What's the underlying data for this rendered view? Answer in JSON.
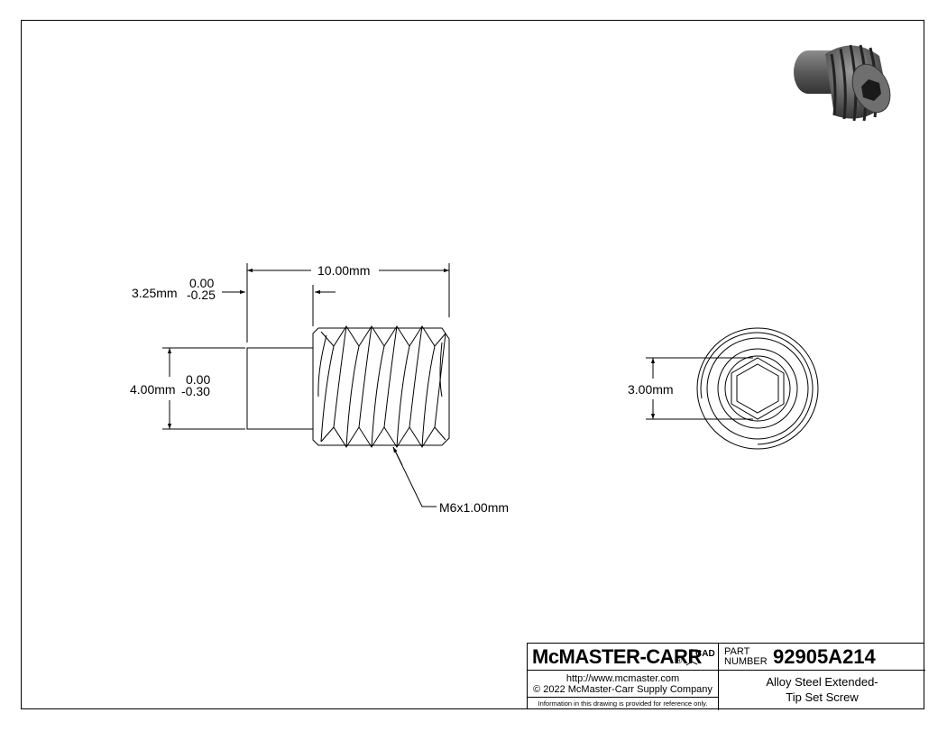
{
  "dimensions": {
    "length": "10.00mm",
    "tip_length": "3.25mm",
    "tip_tol_upper": "0.00",
    "tip_tol_lower": "-0.25",
    "tip_diameter": "4.00mm",
    "tip_dia_tol_upper": "0.00",
    "tip_dia_tol_lower": "-0.30",
    "thread": "M6x1.00mm",
    "drive_size": "3.00mm"
  },
  "title_block": {
    "brand": "McMASTER-CARR",
    "registered": "®",
    "cad_mark": "CAD",
    "part_label_1": "PART",
    "part_label_2": "NUMBER",
    "part_number": "92905A214",
    "url": "http://www.mcmaster.com",
    "copyright": "© 2022 McMaster-Carr Supply Company",
    "disclaimer": "Information in this drawing is provided for reference only.",
    "description_1": "Alloy Steel Extended-",
    "description_2": "Tip Set Screw"
  }
}
